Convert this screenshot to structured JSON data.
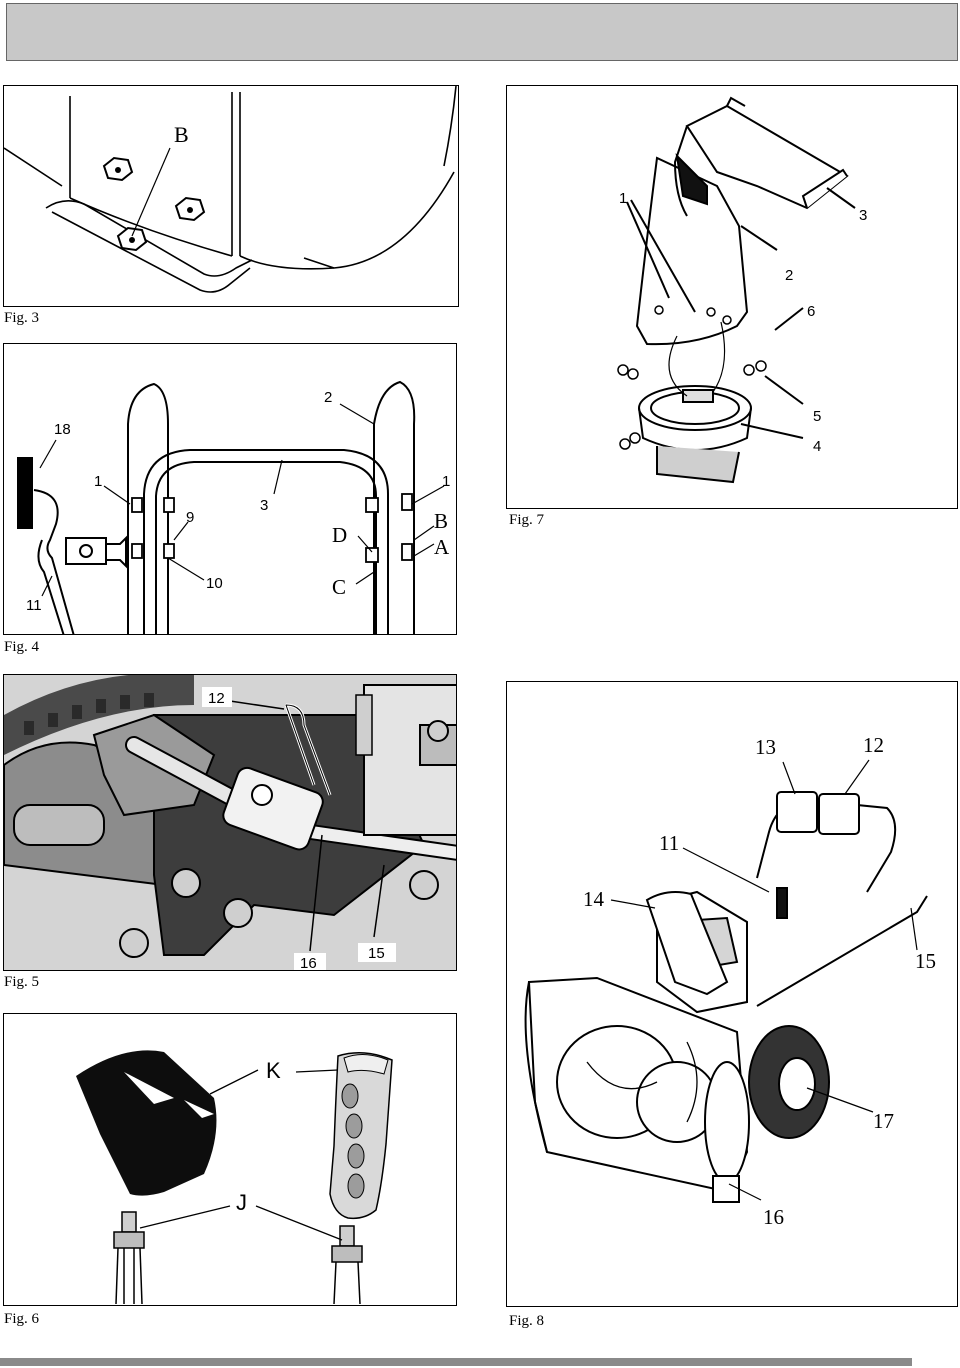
{
  "captions": {
    "fig3": "Fig. 3",
    "fig4": "Fig. 4",
    "fig5": "Fig. 5",
    "fig6": "Fig. 6",
    "fig7": "Fig. 7",
    "fig8": "Fig. 8"
  },
  "fig3": {
    "labels": {
      "b": "B"
    }
  },
  "fig4": {
    "labels": {
      "n18": "18",
      "n2": "2",
      "n1_left": "1",
      "n1_right": "1",
      "n9": "9",
      "n3": "3",
      "d": "D",
      "b": "B",
      "a": "A",
      "c": "C",
      "n10": "10",
      "n11": "11"
    }
  },
  "fig5": {
    "labels": {
      "n12": "12",
      "n16": "16",
      "n15": "15"
    }
  },
  "fig6": {
    "labels": {
      "k": "K",
      "j": "J"
    }
  },
  "fig7": {
    "labels": {
      "n1": "1",
      "n3": "3",
      "n2": "2",
      "n6": "6",
      "n5": "5",
      "n4": "4"
    }
  },
  "fig8": {
    "labels": {
      "n13": "13",
      "n12": "12",
      "n11": "11",
      "n14": "14",
      "n15": "15",
      "n17": "17",
      "n16": "16"
    }
  }
}
